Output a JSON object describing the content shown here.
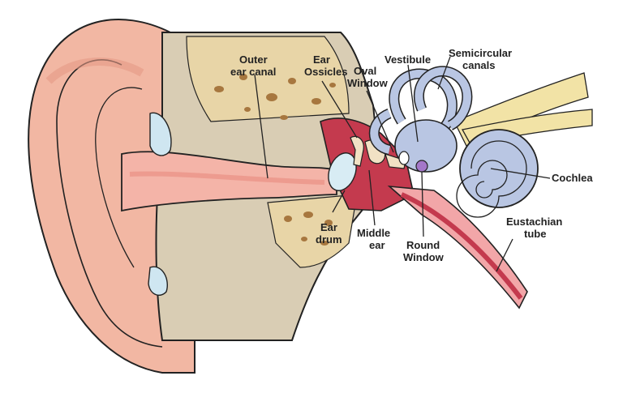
{
  "diagram": {
    "labels": {
      "outer_ear_canal": [
        "Outer",
        "ear canal"
      ],
      "ear_ossicles": [
        "Ear",
        "Ossicles"
      ],
      "oval_window": [
        "Oval",
        "Window"
      ],
      "vestibule": [
        "Vestibule"
      ],
      "semicircular_canals": [
        "Semicircular",
        "canals"
      ],
      "cochlea": [
        "Cochlea"
      ],
      "eustachian_tube": [
        "Eustachian",
        "tube"
      ],
      "round_window": [
        "Round",
        "Window"
      ],
      "middle_ear": [
        "Middle",
        "ear"
      ],
      "ear_drum": [
        "Ear",
        "drum"
      ]
    }
  }
}
